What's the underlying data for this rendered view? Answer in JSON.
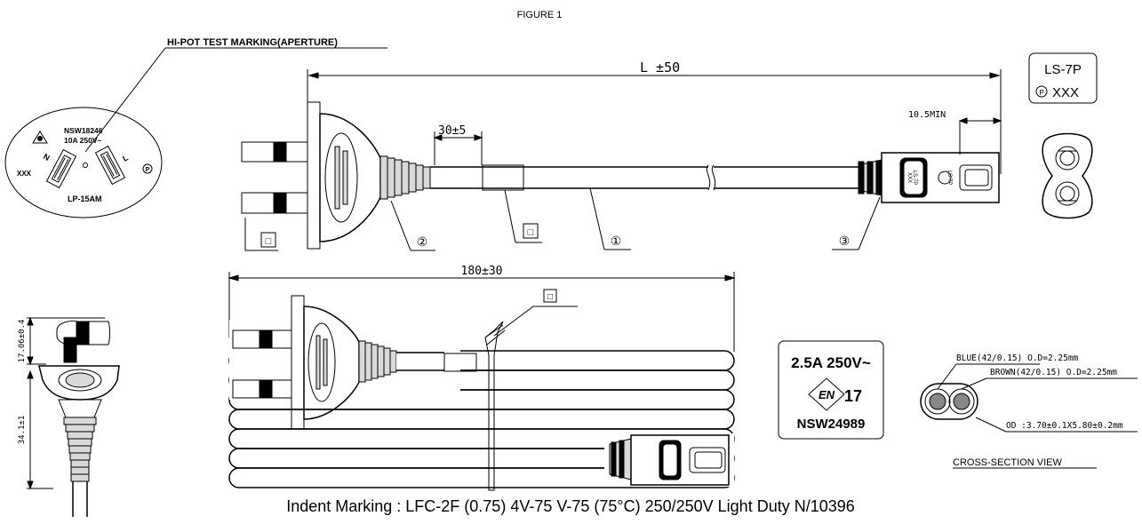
{
  "figure_title": "FIGURE 1",
  "hipot": {
    "heading": "HI-POT TEST MARKING(APERTURE)",
    "cert_no": "NSW18246",
    "rating": "10A 250V~",
    "neutral": "N",
    "live": "L",
    "left_code": "XXX",
    "model": "LP-15AM",
    "p_symbol": "P"
  },
  "dimensions": {
    "total_length": "L ±50",
    "strip_length": "30±5",
    "connector_min": "10.5MIN",
    "coil_length": "180±30",
    "plug_height_a": "17.06±0.4",
    "plug_height_b": "34.1±1"
  },
  "callouts": {
    "cord": "①",
    "plug_sleeve": "②",
    "connector": "③",
    "square_mark": "□"
  },
  "connector_label": {
    "model": "LS-7P",
    "code": "XXX",
    "p_symbol": "P",
    "side_model": "LS-7P",
    "side_code": "XXX"
  },
  "rating_label": {
    "rating": "2.5A 250V~",
    "en_mark": "EN",
    "en_number": "17",
    "cert_no": "NSW24989"
  },
  "cross_section": {
    "blue": "BLUE(42/0.15) O.D=2.25mm",
    "brown": "BROWN(42/0.15) O.D=2.25mm",
    "outer": "OD :3.70±0.1X5.80±0.2mm",
    "title": "CROSS-SECTION VIEW"
  },
  "indent_marking": "Indent Marking : LFC-2F (0.75) 4V-75 V-75 (75°C) 250/250V Light Duty N/10396"
}
